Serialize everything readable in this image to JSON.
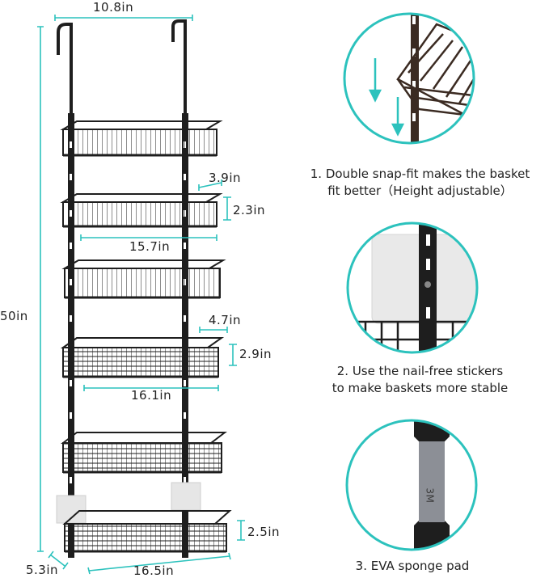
{
  "dimensions": {
    "top_width": "10.8in",
    "height": "50in",
    "basket_depth_small": "3.9in",
    "basket_height_small": "2.3in",
    "basket_width_small": "15.7in",
    "basket_depth_medium": "4.7in",
    "basket_height_medium": "2.9in",
    "basket_width_medium": "16.1in",
    "basket_height_large": "2.5in",
    "basket_depth_large": "5.3in",
    "basket_width_large": "16.5in"
  },
  "features": [
    {
      "caption_line1": "1. Double snap-fit makes the basket",
      "caption_line2": "fit better（Height adjustable）"
    },
    {
      "caption_line1": "2. Use the nail-free stickers",
      "caption_line2": "to make baskets more stable"
    },
    {
      "caption_line1": "3. EVA sponge pad",
      "caption_line2": ""
    }
  ],
  "pad_print": "3M",
  "colors": {
    "accent": "#2cc2bd",
    "metal": "#1e1e1e",
    "sticker": "#e6e6e6"
  }
}
